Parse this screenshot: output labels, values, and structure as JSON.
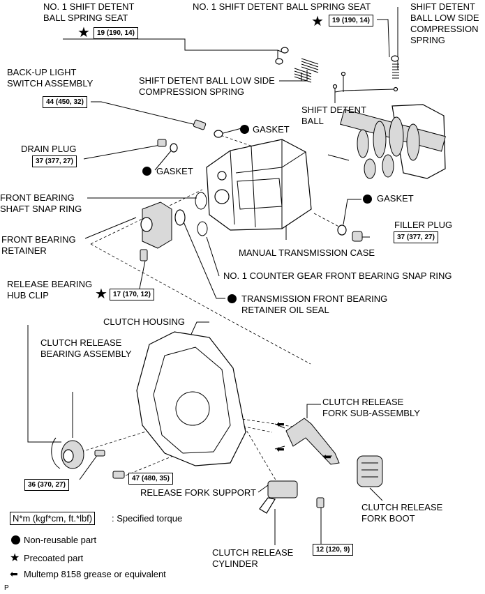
{
  "labels": {
    "spring_seat_1": "NO. 1 SHIFT DETENT\nBALL SPRING SEAT",
    "spring_seat_2": "NO. 1 SHIFT DETENT BALL SPRING SEAT",
    "low_side_spring_right": "SHIFT DETENT\nBALL LOW SIDE\nCOMPRESSION\nSPRING",
    "backup_light": "BACK-UP LIGHT\nSWITCH ASSEMBLY",
    "low_side_spring_mid": "SHIFT DETENT BALL LOW SIDE\nCOMPRESSION SPRING",
    "detent_ball": "SHIFT DETENT\nBALL",
    "gasket_1": "GASKET",
    "drain_plug": "DRAIN PLUG",
    "gasket_2": "GASKET",
    "gasket_3": "GASKET",
    "front_snap_ring": "FRONT BEARING\nSHAFT SNAP RING",
    "filler_plug": "FILLER PLUG",
    "front_retainer": "FRONT BEARING\nRETAINER",
    "trans_case": "MANUAL TRANSMISSION CASE",
    "counter_snap_ring": "NO. 1 COUNTER GEAR FRONT BEARING SNAP RING",
    "hub_clip": "RELEASE BEARING\nHUB CLIP",
    "oil_seal": "TRANSMISSION FRONT BEARING\nRETAINER OIL SEAL",
    "clutch_housing": "CLUTCH HOUSING",
    "release_bearing": "CLUTCH RELEASE\nBEARING ASSEMBLY",
    "release_fork": "CLUTCH RELEASE\nFORK SUB-ASSEMBLY",
    "fork_support": "RELEASE FORK SUPPORT",
    "fork_boot": "CLUTCH RELEASE\nFORK BOOT",
    "release_cylinder": "CLUTCH RELEASE\nCYLINDER"
  },
  "torques": {
    "t_seat_left": "19 (190, 14)",
    "t_seat_right": "19 (190, 14)",
    "t_backup": "44 (450, 32)",
    "t_drain": "37 (377, 27)",
    "t_filler": "37 (377, 27)",
    "t_retainer": "17 (170, 12)",
    "t_bearing_bolt": "36 (370, 27)",
    "t_fork_support": "47 (480, 35)",
    "t_cylinder": "12 (120, 9)"
  },
  "legend": {
    "torque_box": "N*m (kgf*cm, ft.*lbf)",
    "torque_desc": ": Specified torque",
    "non_reusable": "Non-reusable part",
    "precoated": "Precoated part",
    "grease": "Multemp 8158 grease or equivalent"
  },
  "corner_mark": "P",
  "symbols": {
    "star": "★",
    "arrow": "⬅"
  }
}
